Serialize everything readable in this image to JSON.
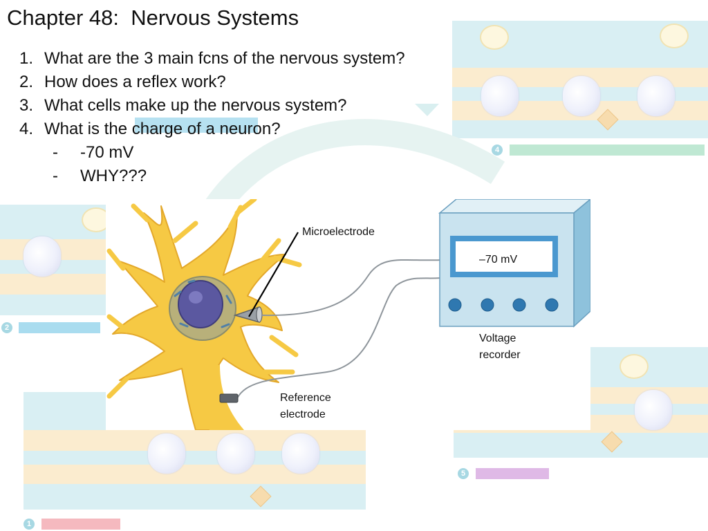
{
  "slide": {
    "title": "Chapter 48:  Nervous Systems",
    "questions": [
      {
        "number": "1.",
        "text": "What are the 3 main fcns of the nervous system?"
      },
      {
        "number": "2.",
        "text": "How does a reflex work?"
      },
      {
        "number": "3.",
        "text": "What cells make up the nervous system?"
      },
      {
        "number": "4.",
        "text": "What is the charge of a neuron?"
      }
    ],
    "sub_items": [
      {
        "bullet": "-",
        "text": "-70 mV"
      },
      {
        "bullet": "-",
        "text": "WHY???"
      }
    ]
  },
  "figure": {
    "microelectrode_label": "Microelectrode",
    "display_value": "–70 mV",
    "voltage_recorder_label": "Voltage\nrecorder",
    "reference_electrode_label": "Reference\nelectrode"
  },
  "background": {
    "step_numbers": [
      "4",
      "2",
      "5",
      "1"
    ]
  },
  "colors": {
    "neuron_fill": "#f6c944",
    "recorder_face": "#c9e3ef",
    "recorder_knob": "#2f78b0",
    "membrane_blue": "#d9eff3",
    "membrane_cream": "#fbeccf"
  }
}
